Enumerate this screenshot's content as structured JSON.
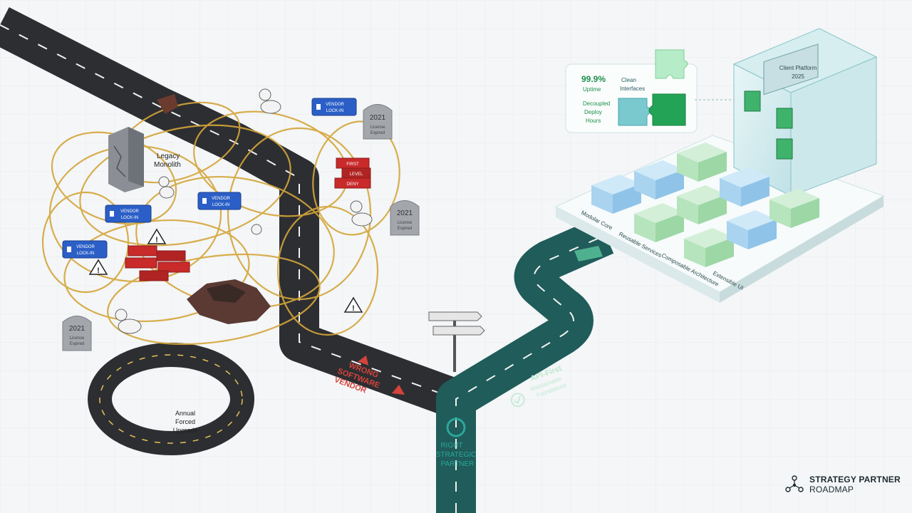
{
  "left_path": {
    "monolith_label": [
      "Legacy",
      "Monolith"
    ],
    "tombstone_year": "2021",
    "tombstone_text": [
      "License",
      "Expired"
    ],
    "firewall_text": [
      "FIRST",
      "LEVEL",
      "DENY"
    ],
    "badge_lines": [
      "VENDOR",
      "LOCK-IN"
    ],
    "loop_label": [
      "Annual",
      "Forced",
      "Upgrade"
    ],
    "wrong_vendor": [
      "WRONG",
      "SOFTWARE",
      "VENDOR"
    ]
  },
  "right_path": {
    "partner": [
      "RIGHT",
      "STRATEGIC",
      "PARTNER"
    ],
    "api_first": "API-First",
    "api_sub": [
      "Maintainable",
      "Foundations"
    ],
    "building_title": [
      "Client Platform",
      "2025"
    ],
    "metrics": {
      "uptime_value": "99.9%",
      "uptime_label": "Uptime",
      "metric2_value": "Clean",
      "metric2_label": "Interfaces",
      "metric3": [
        "Decoupled",
        "Deploy",
        "Hours"
      ]
    },
    "platform_labels": [
      "Modular Core",
      "Reusable Services",
      "Composable Architecture",
      "Extensible UI"
    ]
  },
  "branding": {
    "line1": "STRATEGY PARTNER",
    "line2": "ROADMAP"
  },
  "colors": {
    "road_dark": "#2d2e31",
    "road_teal": "#1f5c5a",
    "tangle": "#d4a63a",
    "warning_red": "#d6433b",
    "brick_red": "#c92a2a",
    "badge_blue": "#2b5fc7",
    "block_blue": "#a9d3ef",
    "block_green": "#b6e4bd"
  }
}
